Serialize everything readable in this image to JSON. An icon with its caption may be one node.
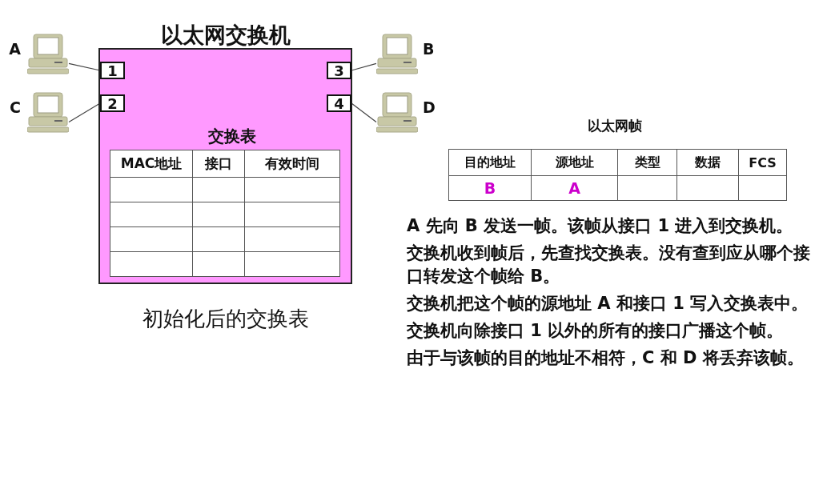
{
  "diagram": {
    "nodes": [
      {
        "text": [
          "以太网交换机"
        ]
      },
      {
        "text": [
          "1"
        ],
        "in": 0
      },
      {
        "text": [
          "2"
        ],
        "in": 0
      },
      {
        "text": [
          "3"
        ],
        "in": 0
      },
      {
        "text": [
          "4"
        ],
        "in": 0
      },
      {
        "text": [],
        "shape": "computer",
        "beside": [
          "A"
        ]
      },
      {
        "text": [],
        "shape": "computer",
        "beside": [
          "B"
        ]
      },
      {
        "text": [],
        "shape": "computer",
        "beside": [
          "C"
        ]
      },
      {
        "text": [],
        "shape": "computer",
        "beside": [
          "D"
        ]
      }
    ],
    "edges": [
      {
        "from": 5,
        "to": 1,
        "arrow": "none"
      },
      {
        "from": 6,
        "to": 3,
        "arrow": "none"
      },
      {
        "from": 7,
        "to": 2,
        "arrow": "none"
      },
      {
        "from": 8,
        "to": 4,
        "arrow": "none"
      }
    ],
    "labels": [
      "交换表",
      "MAC地址",
      "接口",
      "有效时间",
      "初始化后的交换表",
      "以太网帧",
      "目的地址",
      "源地址",
      "类型",
      "数据",
      "FCS",
      "B",
      "A",
      "A 先向 B 发送一帧。该帧从接口 1 进入到交换机。",
      "交换机收到帧后，先查找交换表。没有查到应从哪个接口转发这个帧给 B。",
      "交换机把这个帧的源地址 A 和接口 1 写入交换表中。",
      "交换机向除接口 1 以外的所有的接口广播这个帧。",
      "由于与该帧的目的地址不相符，C 和 D 将丢弃该帧。"
    ]
  }
}
